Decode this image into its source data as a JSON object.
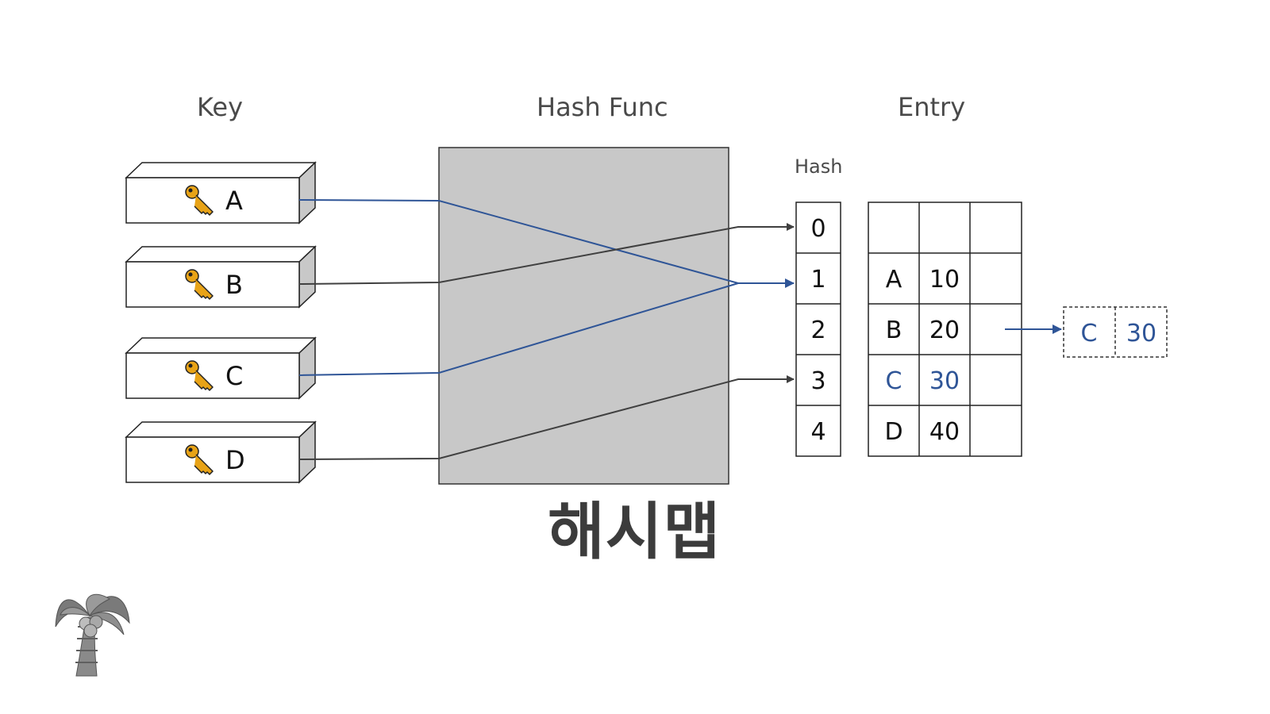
{
  "headers": {
    "key": "Key",
    "hash_func": "Hash Func",
    "entry": "Entry"
  },
  "hash_label": "Hash",
  "title": "해시맵",
  "colors": {
    "blue": "#2f5597",
    "dark": "#404040",
    "gray_box": "#c8c8c8",
    "key_icon": "#e8a317"
  },
  "keys": [
    {
      "label": "A",
      "icon": "key-icon"
    },
    {
      "label": "B",
      "icon": "key-icon"
    },
    {
      "label": "C",
      "icon": "key-icon"
    },
    {
      "label": "D",
      "icon": "key-icon"
    }
  ],
  "hash_slots": [
    "0",
    "1",
    "2",
    "3",
    "4"
  ],
  "entries": [
    {
      "key": "",
      "value": ""
    },
    {
      "key": "A",
      "value": "10"
    },
    {
      "key": "B",
      "value": "20"
    },
    {
      "key": "C",
      "value": "30"
    },
    {
      "key": "D",
      "value": "40"
    }
  ],
  "chained_entry": {
    "key": "C",
    "value": "30"
  },
  "logo_icon": "palm-tree-icon"
}
